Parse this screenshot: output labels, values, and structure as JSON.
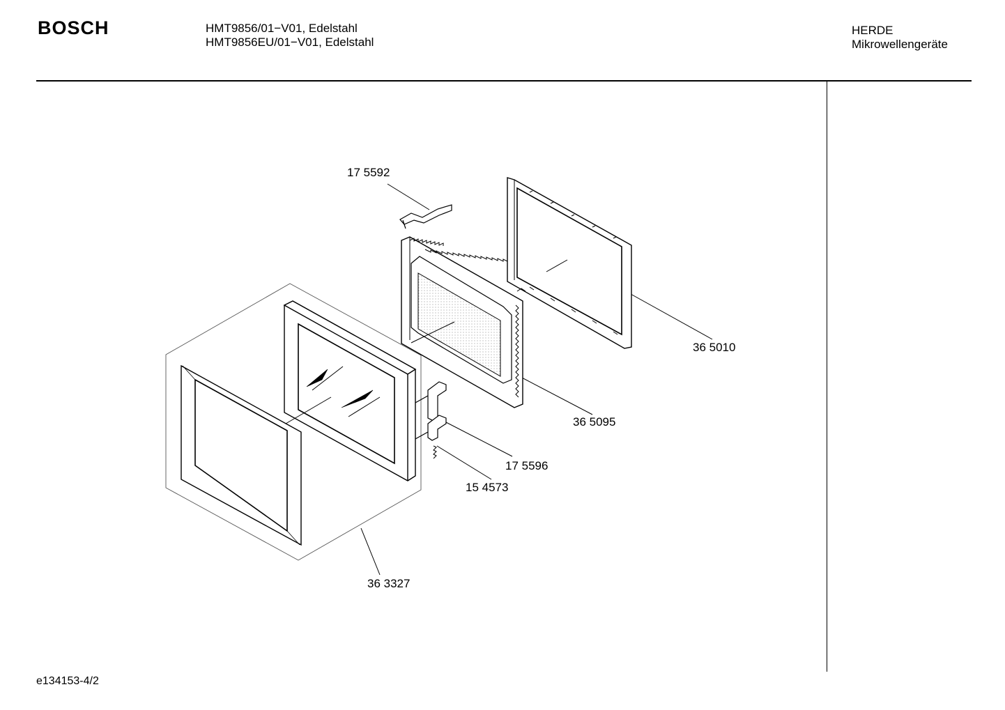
{
  "header": {
    "brand": "BOSCH",
    "models": [
      "HMT9856/01−V01, Edelstahl",
      "HMT9856EU/01−V01, Edelstahl"
    ],
    "category": [
      "HERDE",
      "Mikrowellengeräte"
    ]
  },
  "parts": {
    "bracket_top": "17 5592",
    "outer_frame": "36 5010",
    "inner_door": "36 5095",
    "hinge_clip": "17 5596",
    "spring": "15 4573",
    "door_assembly": "36 3327"
  },
  "footer": {
    "code": "e134153-4/2"
  }
}
